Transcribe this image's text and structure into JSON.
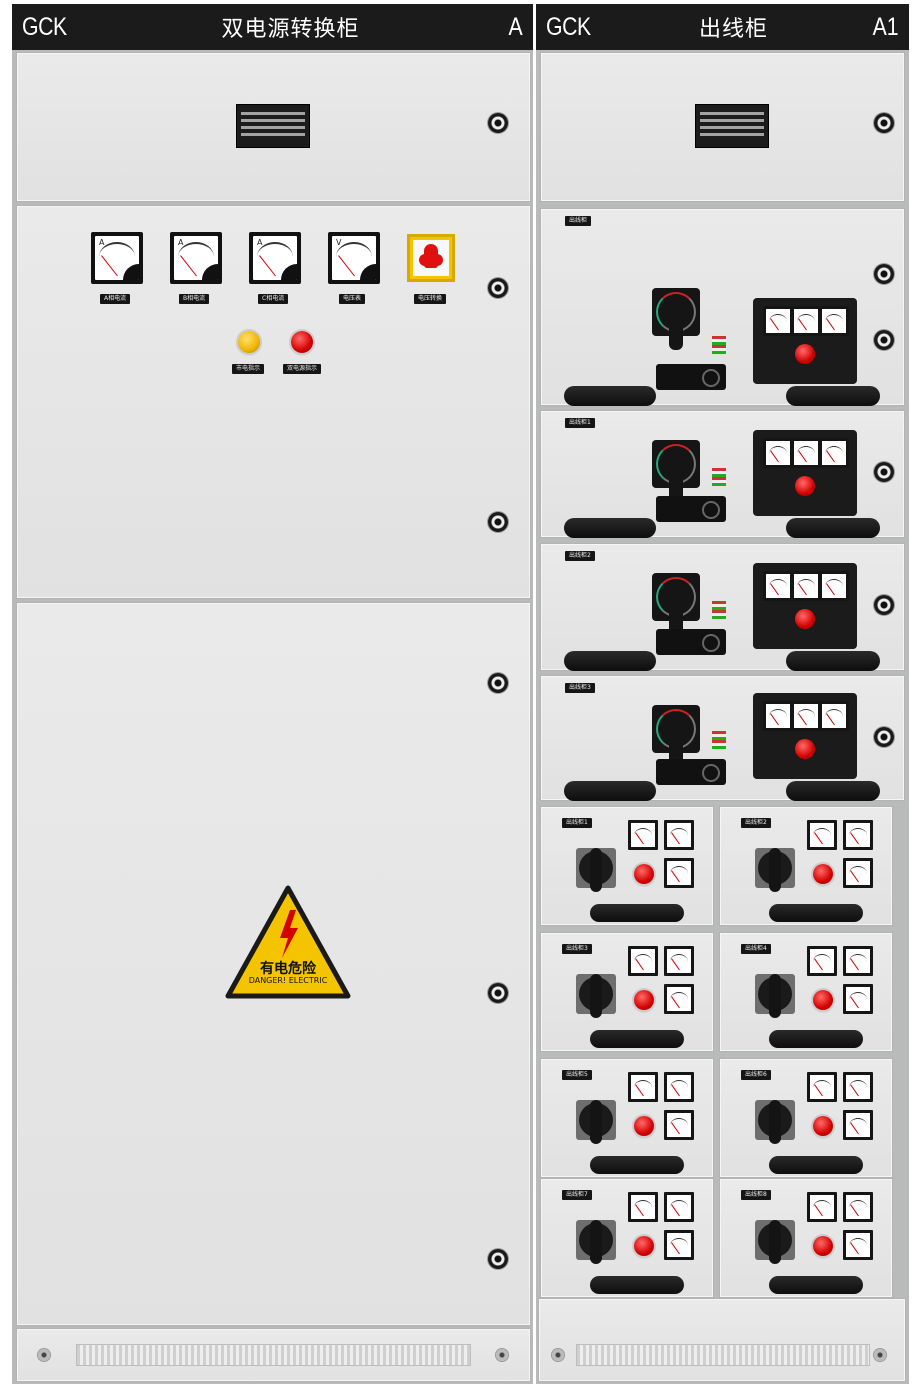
{
  "left_cabinet": {
    "header": {
      "code": "GCK",
      "title": "双电源转换柜",
      "tag": "A"
    },
    "meters": [
      {
        "label": "A相电流"
      },
      {
        "label": "B相电流"
      },
      {
        "label": "C相电流"
      },
      {
        "label": "电压表"
      },
      {
        "label": "电压转换"
      }
    ],
    "lamps": [
      {
        "label": "市电指示",
        "color": "#f0b400"
      },
      {
        "label": "双电源指示",
        "color": "#d40000"
      }
    ],
    "warning": {
      "cn": "有电危险",
      "en": "DANGER! ELECTRIC",
      "bg": "#f4c400"
    }
  },
  "right_cabinet": {
    "header": {
      "code": "GCK",
      "title": "出线柜",
      "tag": "A1"
    },
    "drawers_large": [
      {
        "label": "出线柜"
      },
      {
        "label": "出线柜1"
      },
      {
        "label": "出线柜2"
      },
      {
        "label": "出线柜3"
      }
    ],
    "drawers_small": [
      {
        "label": "出线柜1"
      },
      {
        "label": "出线柜2"
      },
      {
        "label": "出线柜3"
      },
      {
        "label": "出线柜4"
      },
      {
        "label": "出线柜5"
      },
      {
        "label": "出线柜6"
      },
      {
        "label": "出线柜7"
      },
      {
        "label": "出线柜8"
      }
    ]
  },
  "colors": {
    "header": "#1b1b1b",
    "panel": "#e6e6e6",
    "accent_red": "#d40000",
    "accent_yellow": "#f4c400"
  }
}
